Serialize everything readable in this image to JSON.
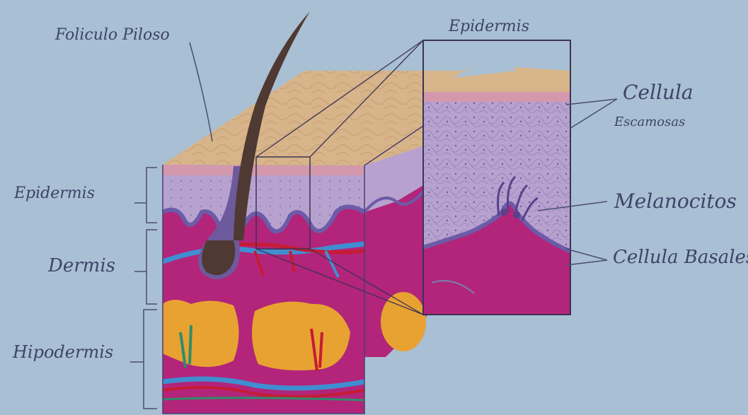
{
  "labels": {
    "foliculo": "Foliculo Piloso",
    "epidermis_top": "Epidermis",
    "epidermis_left": "Epidermis",
    "dermis": "Dermis",
    "hipodermis": "Hipodermis",
    "celulas_escamosas_1": "Cellula",
    "celulas_escamosas_2": "Escamosas",
    "melanocitos": "Melanocitos",
    "celulas_basales": "Cellula Basales"
  },
  "colors": {
    "paper": "#a9bfd3",
    "surface": "#d7b489",
    "epidermis": "#b7a2cf",
    "dermis": "#b2257a",
    "fat": "#e8a232",
    "hair": "#4e3a33",
    "ink": "#3c4468"
  }
}
